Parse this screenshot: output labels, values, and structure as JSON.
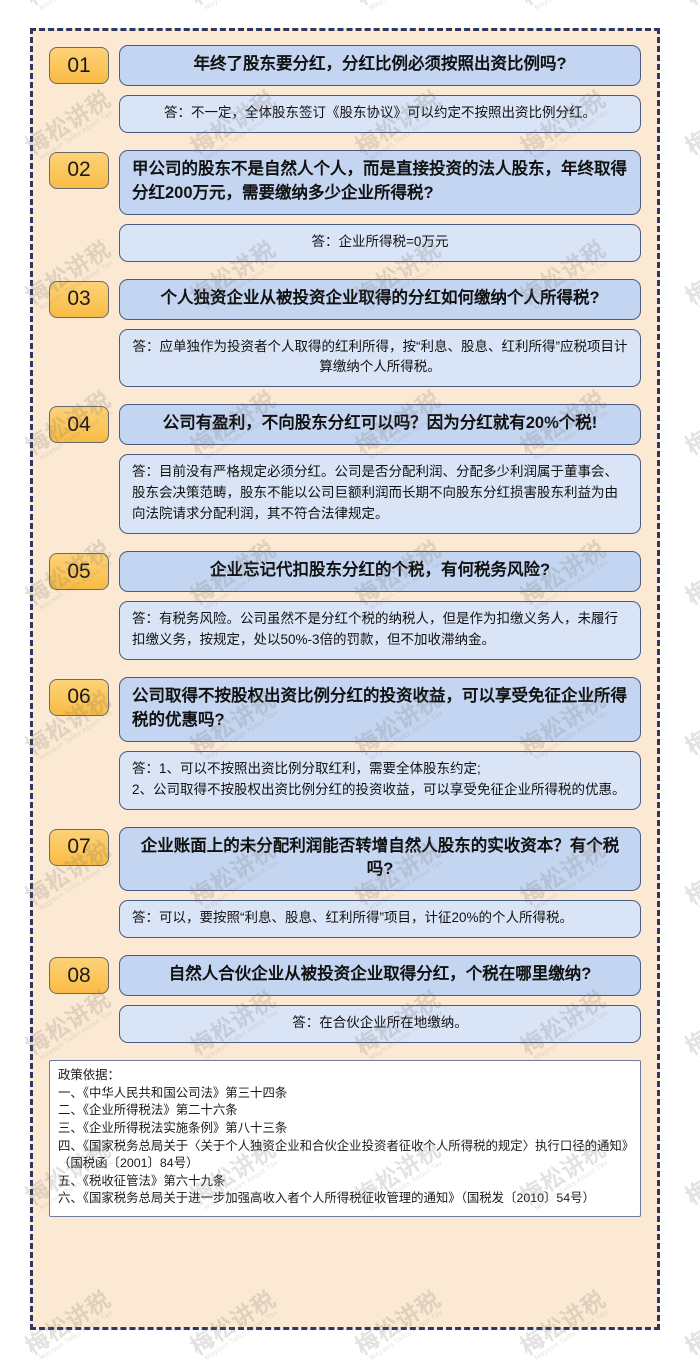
{
  "poster": {
    "accent_badge_color": "#fbc75c",
    "question_box_color": "#c3d5f0",
    "answer_box_color": "#d9e4f7",
    "background_color": "#fbe9d4",
    "border_color": "#2b3a63"
  },
  "watermark": {
    "cn": "梅松讲税",
    "en": "Maysun Talks About Tax"
  },
  "items": [
    {
      "number": "01",
      "question": "年终了股东要分红，分红比例必须按照出资比例吗?",
      "answer_lines": [
        "答：不一定，全体股东签订《股东协议》可以约定不按照出资比例分红。"
      ],
      "answer_align": "center",
      "question_align": "center"
    },
    {
      "number": "02",
      "question": "甲公司的股东不是自然人个人，而是直接投资的法人股东，年终取得分红200万元，需要缴纳多少企业所得税?",
      "answer_lines": [
        "答：企业所得税=0万元"
      ],
      "answer_align": "center",
      "question_align": "left"
    },
    {
      "number": "03",
      "question": "个人独资企业从被投资企业取得的分红如何缴纳个人所得税?",
      "answer_lines": [
        "答：应单独作为投资者个人取得的红利所得，按“利息、股息、红利所得”应税项目计算缴纳个人所得税。"
      ],
      "answer_align": "center",
      "question_align": "center"
    },
    {
      "number": "04",
      "question": "公司有盈利，不向股东分红可以吗？因为分红就有20%个税!",
      "answer_lines": [
        "答：目前没有严格规定必须分红。公司是否分配利润、分配多少利润属于董事会、股东会决策范畴，股东不能以公司巨额利润而长期不向股东分红损害股东利益为由向法院请求分配利润，其不符合法律规定。"
      ],
      "answer_align": "left",
      "question_align": "center"
    },
    {
      "number": "05",
      "question": "企业忘记代扣股东分红的个税，有何税务风险?",
      "answer_lines": [
        "答：有税务风险。公司虽然不是分红个税的纳税人，但是作为扣缴义务人，未履行扣缴义务，按规定，处以50%-3倍的罚款，但不加收滞纳金。"
      ],
      "answer_align": "left",
      "question_align": "center"
    },
    {
      "number": "06",
      "question": "公司取得不按股权出资比例分红的投资收益，可以享受免征企业所得税的优惠吗?",
      "answer_lines": [
        "答：1、可以不按照出资比例分取红利，需要全体股东约定;",
        "2、公司取得不按股权出资比例分红的投资收益，可以享受免征企业所得税的优惠。"
      ],
      "answer_align": "left",
      "question_align": "left"
    },
    {
      "number": "07",
      "question": "企业账面上的未分配利润能否转增自然人股东的实收资本？有个税吗?",
      "answer_lines": [
        "答：可以，要按照“利息、股息、红利所得”项目，计征20%的个人所得税。"
      ],
      "answer_align": "left",
      "question_align": "center"
    },
    {
      "number": "08",
      "question": "自然人合伙企业从被投资企业取得分红，个税在哪里缴纳?",
      "answer_lines": [
        "答：在合伙企业所在地缴纳。"
      ],
      "answer_align": "center",
      "question_align": "center"
    }
  ],
  "policy": {
    "title": "政策依据：",
    "lines": [
      "一、《中华人民共和国公司法》第三十四条",
      "二、《企业所得税法》第二十六条",
      "三、《企业所得税法实施条例》第八十三条",
      "四、《国家税务总局关于〈关于个人独资企业和合伙企业投资者征收个人所得税的规定〉执行口径的通知》（国税函〔2001〕84号）",
      "五、《税收征管法》第六十九条",
      "六、《国家税务总局关于进一步加强高收入者个人所得税征收管理的通知》（国税发〔2010〕54号）"
    ]
  }
}
